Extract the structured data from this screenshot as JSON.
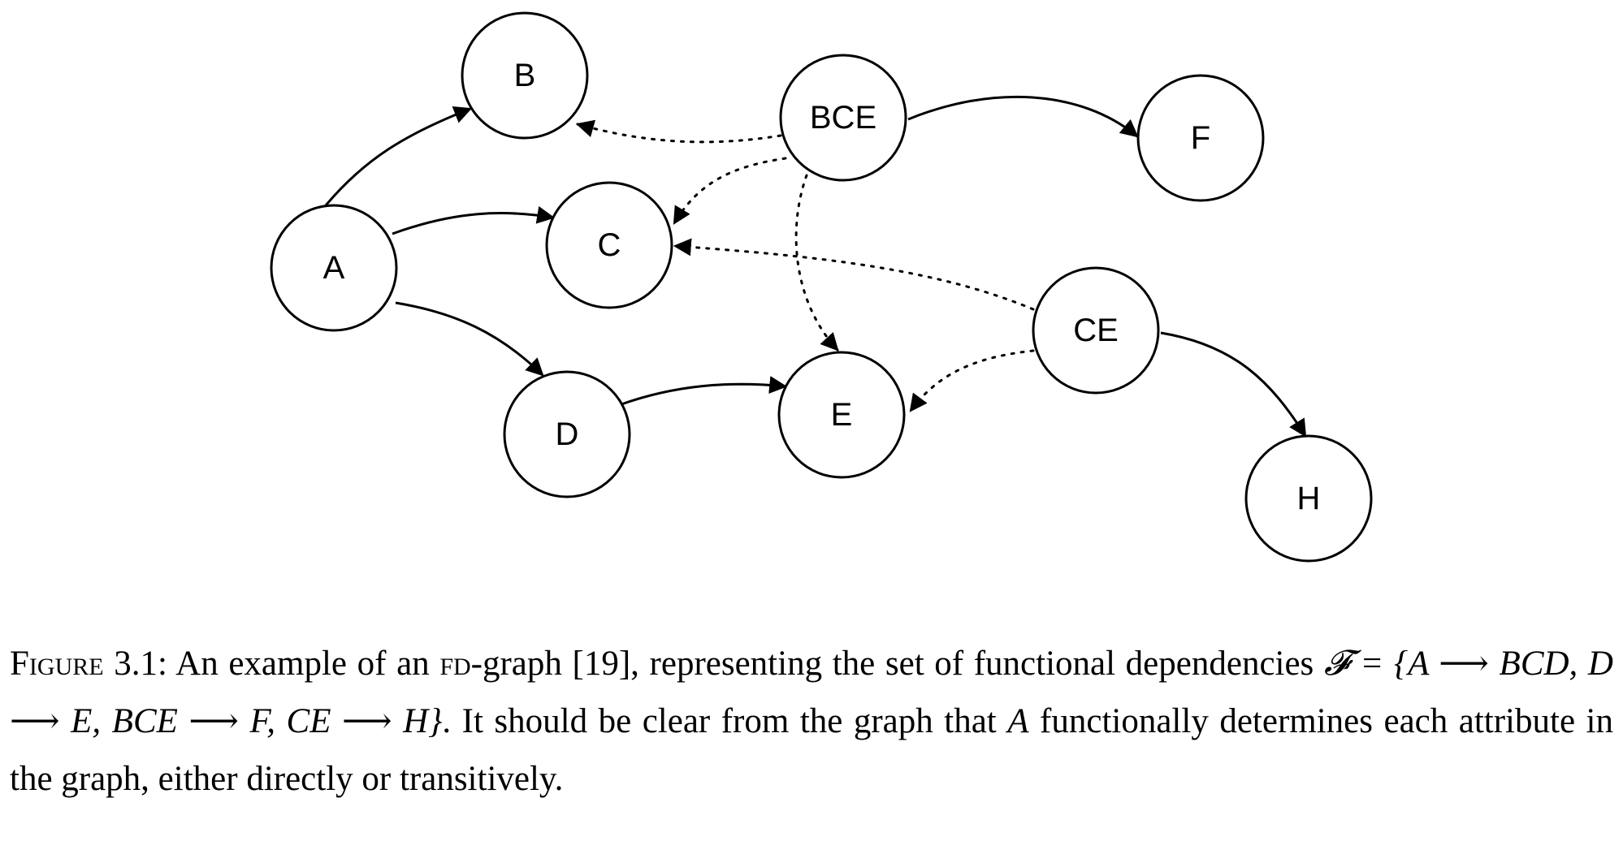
{
  "graph": {
    "nodes": [
      {
        "id": "A",
        "label": "A"
      },
      {
        "id": "B",
        "label": "B"
      },
      {
        "id": "C",
        "label": "C"
      },
      {
        "id": "D",
        "label": "D"
      },
      {
        "id": "E",
        "label": "E"
      },
      {
        "id": "F",
        "label": "F"
      },
      {
        "id": "H",
        "label": "H"
      },
      {
        "id": "BCE",
        "label": "BCE"
      },
      {
        "id": "CE",
        "label": "CE"
      }
    ],
    "edges": [
      {
        "from": "A",
        "to": "B",
        "style": "solid"
      },
      {
        "from": "A",
        "to": "C",
        "style": "solid"
      },
      {
        "from": "A",
        "to": "D",
        "style": "solid"
      },
      {
        "from": "D",
        "to": "E",
        "style": "solid"
      },
      {
        "from": "BCE",
        "to": "F",
        "style": "solid"
      },
      {
        "from": "CE",
        "to": "H",
        "style": "solid"
      },
      {
        "from": "BCE",
        "to": "B",
        "style": "dotted"
      },
      {
        "from": "BCE",
        "to": "C",
        "style": "dotted"
      },
      {
        "from": "BCE",
        "to": "E",
        "style": "dotted"
      },
      {
        "from": "CE",
        "to": "C",
        "style": "dotted"
      },
      {
        "from": "CE",
        "to": "E",
        "style": "dotted"
      }
    ]
  },
  "caption": {
    "label": "Figure 3.1:",
    "text_1": " An example of an ",
    "fd": "fd",
    "text_2": "-graph [19], representing the set of functional dependencies ",
    "set_math": "𝓕 = {A ⟶ BCD, D ⟶ E, BCE ⟶ F, CE ⟶ H}",
    "text_3": ". It should be clear from the graph that ",
    "a_math": "A",
    "text_4": " functionally determines each attribute in the graph, either directly or transitively."
  }
}
